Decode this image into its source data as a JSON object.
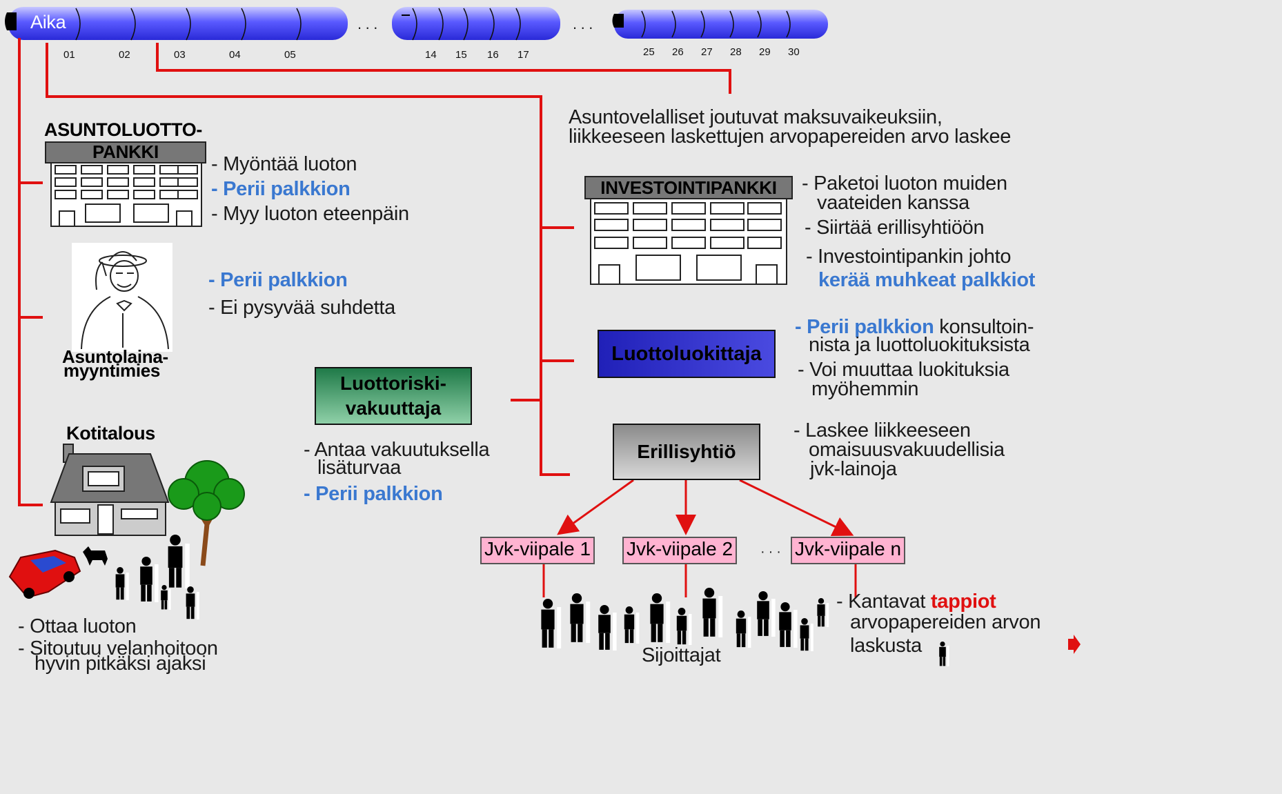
{
  "timeline": {
    "label": "Aika",
    "ellipsis": ". . .",
    "ticks_group1": [
      "01",
      "02",
      "03",
      "04",
      "05"
    ],
    "ticks_group2": [
      "14",
      "15",
      "16",
      "17"
    ],
    "ticks_group3": [
      "25",
      "26",
      "27",
      "28",
      "29",
      "30"
    ]
  },
  "header_note": {
    "line1": "Asuntovelalliset joutuvat maksuvaikeuksiin,",
    "line2": "liikkeeseen laskettujen arvopapereiden arvo laskee"
  },
  "bank": {
    "title": "ASUNTOLUOTTO-",
    "sign": "PANKKI",
    "items": [
      "- Myöntää luoton",
      "- Perii palkkion",
      "- Myy luoton eteenpäin"
    ]
  },
  "salesman": {
    "label1": "Asuntolaina-",
    "label2": "myyntimies",
    "items": [
      "- Perii palkkion",
      "- Ei pysyvää suhdetta"
    ]
  },
  "household": {
    "title": "Kotitalous",
    "items": [
      "- Ottaa luoton",
      "- Sitoutuu velanhoitoon",
      "hyvin pitkäksi ajaksi"
    ]
  },
  "investment_bank": {
    "sign": "INVESTOINTIPANKKI",
    "items": [
      "- Paketoi luoton muiden",
      "vaateiden kanssa",
      "- Siirtää erillisyhtiöön",
      "- Investointipankin johto",
      "kerää muhkeat palkkiot"
    ]
  },
  "rating_agency": {
    "label": "Luottoluokittaja",
    "items_blue": "- Perii palkkion",
    "items_rest": " konsultoin-",
    "line2": "nista ja luottoluokituksista",
    "line3": "- Voi muuttaa luokituksia",
    "line4": "myöhemmin"
  },
  "insurer": {
    "label1": "Luottoriski-",
    "label2": "vakuuttaja",
    "items": [
      "- Antaa vakuutuksella",
      "lisäturvaa",
      "- Perii palkkion"
    ]
  },
  "spv": {
    "label": "Erillisyhtiö",
    "items": [
      "- Laskee liikkeeseen",
      "omaisuusvakuudellisia",
      "jvk-lainoja"
    ]
  },
  "tranches": [
    "Jvk-viipale 1",
    "Jvk-viipale 2",
    "Jvk-viipale n"
  ],
  "tranche_dots": "· · ·",
  "investors": {
    "label": "Sijoittajat",
    "line1a": "- Kantavat ",
    "line1b": "tappiot",
    "line2": "arvopapereiden arvon",
    "line3": "laskusta"
  },
  "colors": {
    "connector": "#e01010",
    "accent_blue": "#3a78d0",
    "timeline": "#6060ff",
    "rating_box": "#2a2ac0",
    "insurer_box": "#2a8a5a",
    "spv_box": "#a8a8a8",
    "tranche_box": "#ffb3d1"
  }
}
